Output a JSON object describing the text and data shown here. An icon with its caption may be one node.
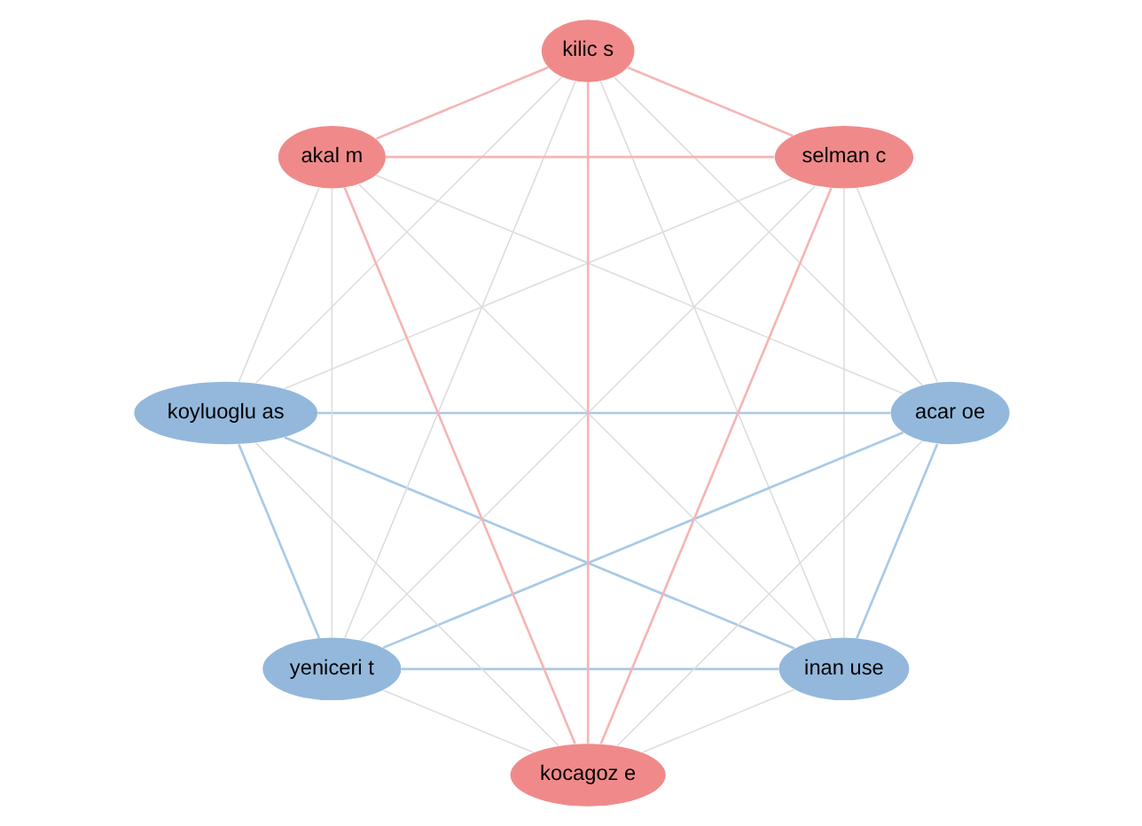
{
  "diagram": {
    "nodes": [
      {
        "text": [
          "inan use"
        ]
      },
      {
        "text": [
          "acar oe"
        ]
      },
      {
        "text": [
          "yeniceri t"
        ]
      },
      {
        "text": [
          "koyluoglu as"
        ]
      },
      {
        "text": [
          "akal m"
        ]
      },
      {
        "text": [
          "kilic s"
        ]
      },
      {
        "text": [
          "selman c"
        ]
      },
      {
        "text": [
          "kocagoz e"
        ]
      }
    ],
    "edges": [
      {
        "from": 0,
        "to": 1,
        "arrow": "none",
        "color": "#a9c9e6"
      },
      {
        "from": 0,
        "to": 2,
        "arrow": "none",
        "color": "#a9c9e6"
      },
      {
        "from": 0,
        "to": 3,
        "arrow": "none",
        "color": "#a9c9e6"
      },
      {
        "from": 1,
        "to": 2,
        "arrow": "none",
        "color": "#a9c9e6"
      },
      {
        "from": 1,
        "to": 3,
        "arrow": "none",
        "color": "#a9c9e6"
      },
      {
        "from": 2,
        "to": 3,
        "arrow": "none",
        "color": "#a9c9e6"
      },
      {
        "from": 4,
        "to": 5,
        "arrow": "none",
        "color": "#f5b5b5"
      },
      {
        "from": 4,
        "to": 6,
        "arrow": "none",
        "color": "#f5b5b5"
      },
      {
        "from": 4,
        "to": 7,
        "arrow": "none",
        "color": "#f5b5b5"
      },
      {
        "from": 5,
        "to": 6,
        "arrow": "none",
        "color": "#f5b5b5"
      },
      {
        "from": 5,
        "to": 7,
        "arrow": "none",
        "color": "#f5b5b5"
      },
      {
        "from": 6,
        "to": 7,
        "arrow": "none",
        "color": "#f5b5b5"
      },
      {
        "from": 0,
        "to": 4,
        "arrow": "none"
      },
      {
        "from": 0,
        "to": 5,
        "arrow": "none"
      },
      {
        "from": 0,
        "to": 6,
        "arrow": "none"
      },
      {
        "from": 0,
        "to": 7,
        "arrow": "none"
      },
      {
        "from": 1,
        "to": 4,
        "arrow": "none"
      },
      {
        "from": 1,
        "to": 5,
        "arrow": "none"
      },
      {
        "from": 1,
        "to": 6,
        "arrow": "none"
      },
      {
        "from": 1,
        "to": 7,
        "arrow": "none"
      },
      {
        "from": 2,
        "to": 4,
        "arrow": "none"
      },
      {
        "from": 2,
        "to": 5,
        "arrow": "none"
      },
      {
        "from": 2,
        "to": 6,
        "arrow": "none"
      },
      {
        "from": 2,
        "to": 7,
        "arrow": "none"
      },
      {
        "from": 3,
        "to": 4,
        "arrow": "none"
      },
      {
        "from": 3,
        "to": 5,
        "arrow": "none"
      },
      {
        "from": 3,
        "to": 6,
        "arrow": "none"
      },
      {
        "from": 3,
        "to": 7,
        "arrow": "none"
      }
    ]
  }
}
